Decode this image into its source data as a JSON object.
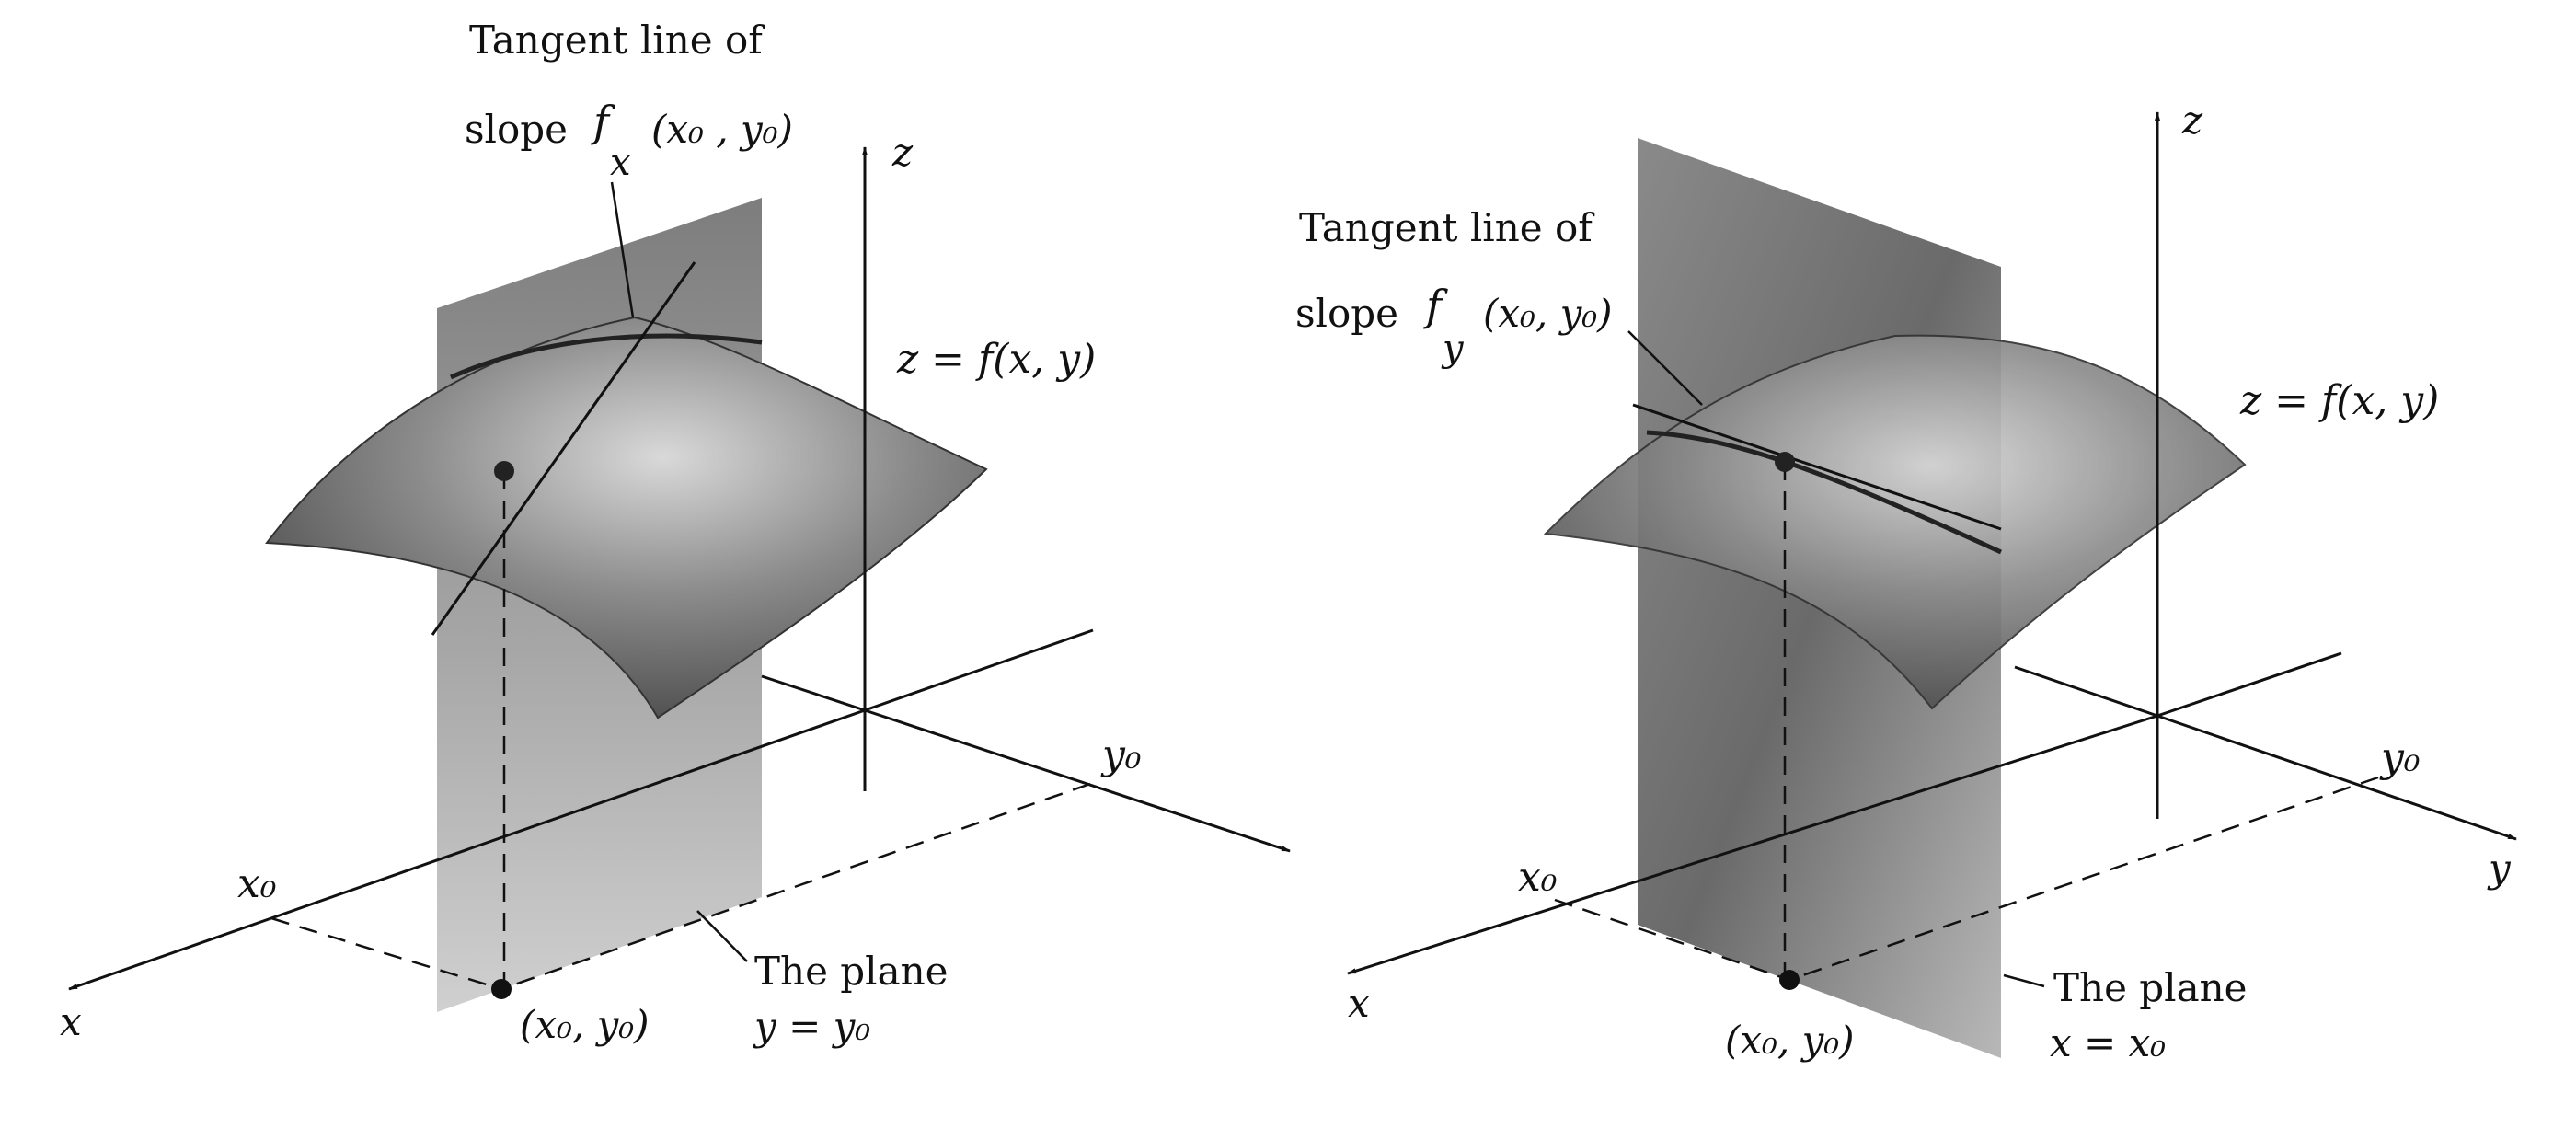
{
  "left_figure": {
    "tangent_label_line1": "Tangent line of",
    "tangent_label_slope": "slope",
    "tangent_label_func": "f",
    "tangent_label_sub": "x",
    "tangent_label_args": "(x₀ , y₀)",
    "surface_label": "z = f(x, y)",
    "axis_z": "z",
    "axis_x": "x",
    "x0": "x₀",
    "y0": "y₀",
    "point_label": "(x₀, y₀)",
    "plane_label_line1": "The plane",
    "plane_label_line2": "y = y₀"
  },
  "right_figure": {
    "tangent_label_line1": "Tangent line of",
    "tangent_label_slope": "slope",
    "tangent_label_func": "f",
    "tangent_label_sub": "y",
    "tangent_label_args": "(x₀, y₀)",
    "surface_label": "z = f(x, y)",
    "axis_z": "z",
    "axis_x": "x",
    "axis_y": "y",
    "x0": "x₀",
    "y0": "y₀",
    "point_label": "(x₀, y₀)",
    "plane_label_line1": "The plane",
    "plane_label_line2": "x = x₀"
  }
}
